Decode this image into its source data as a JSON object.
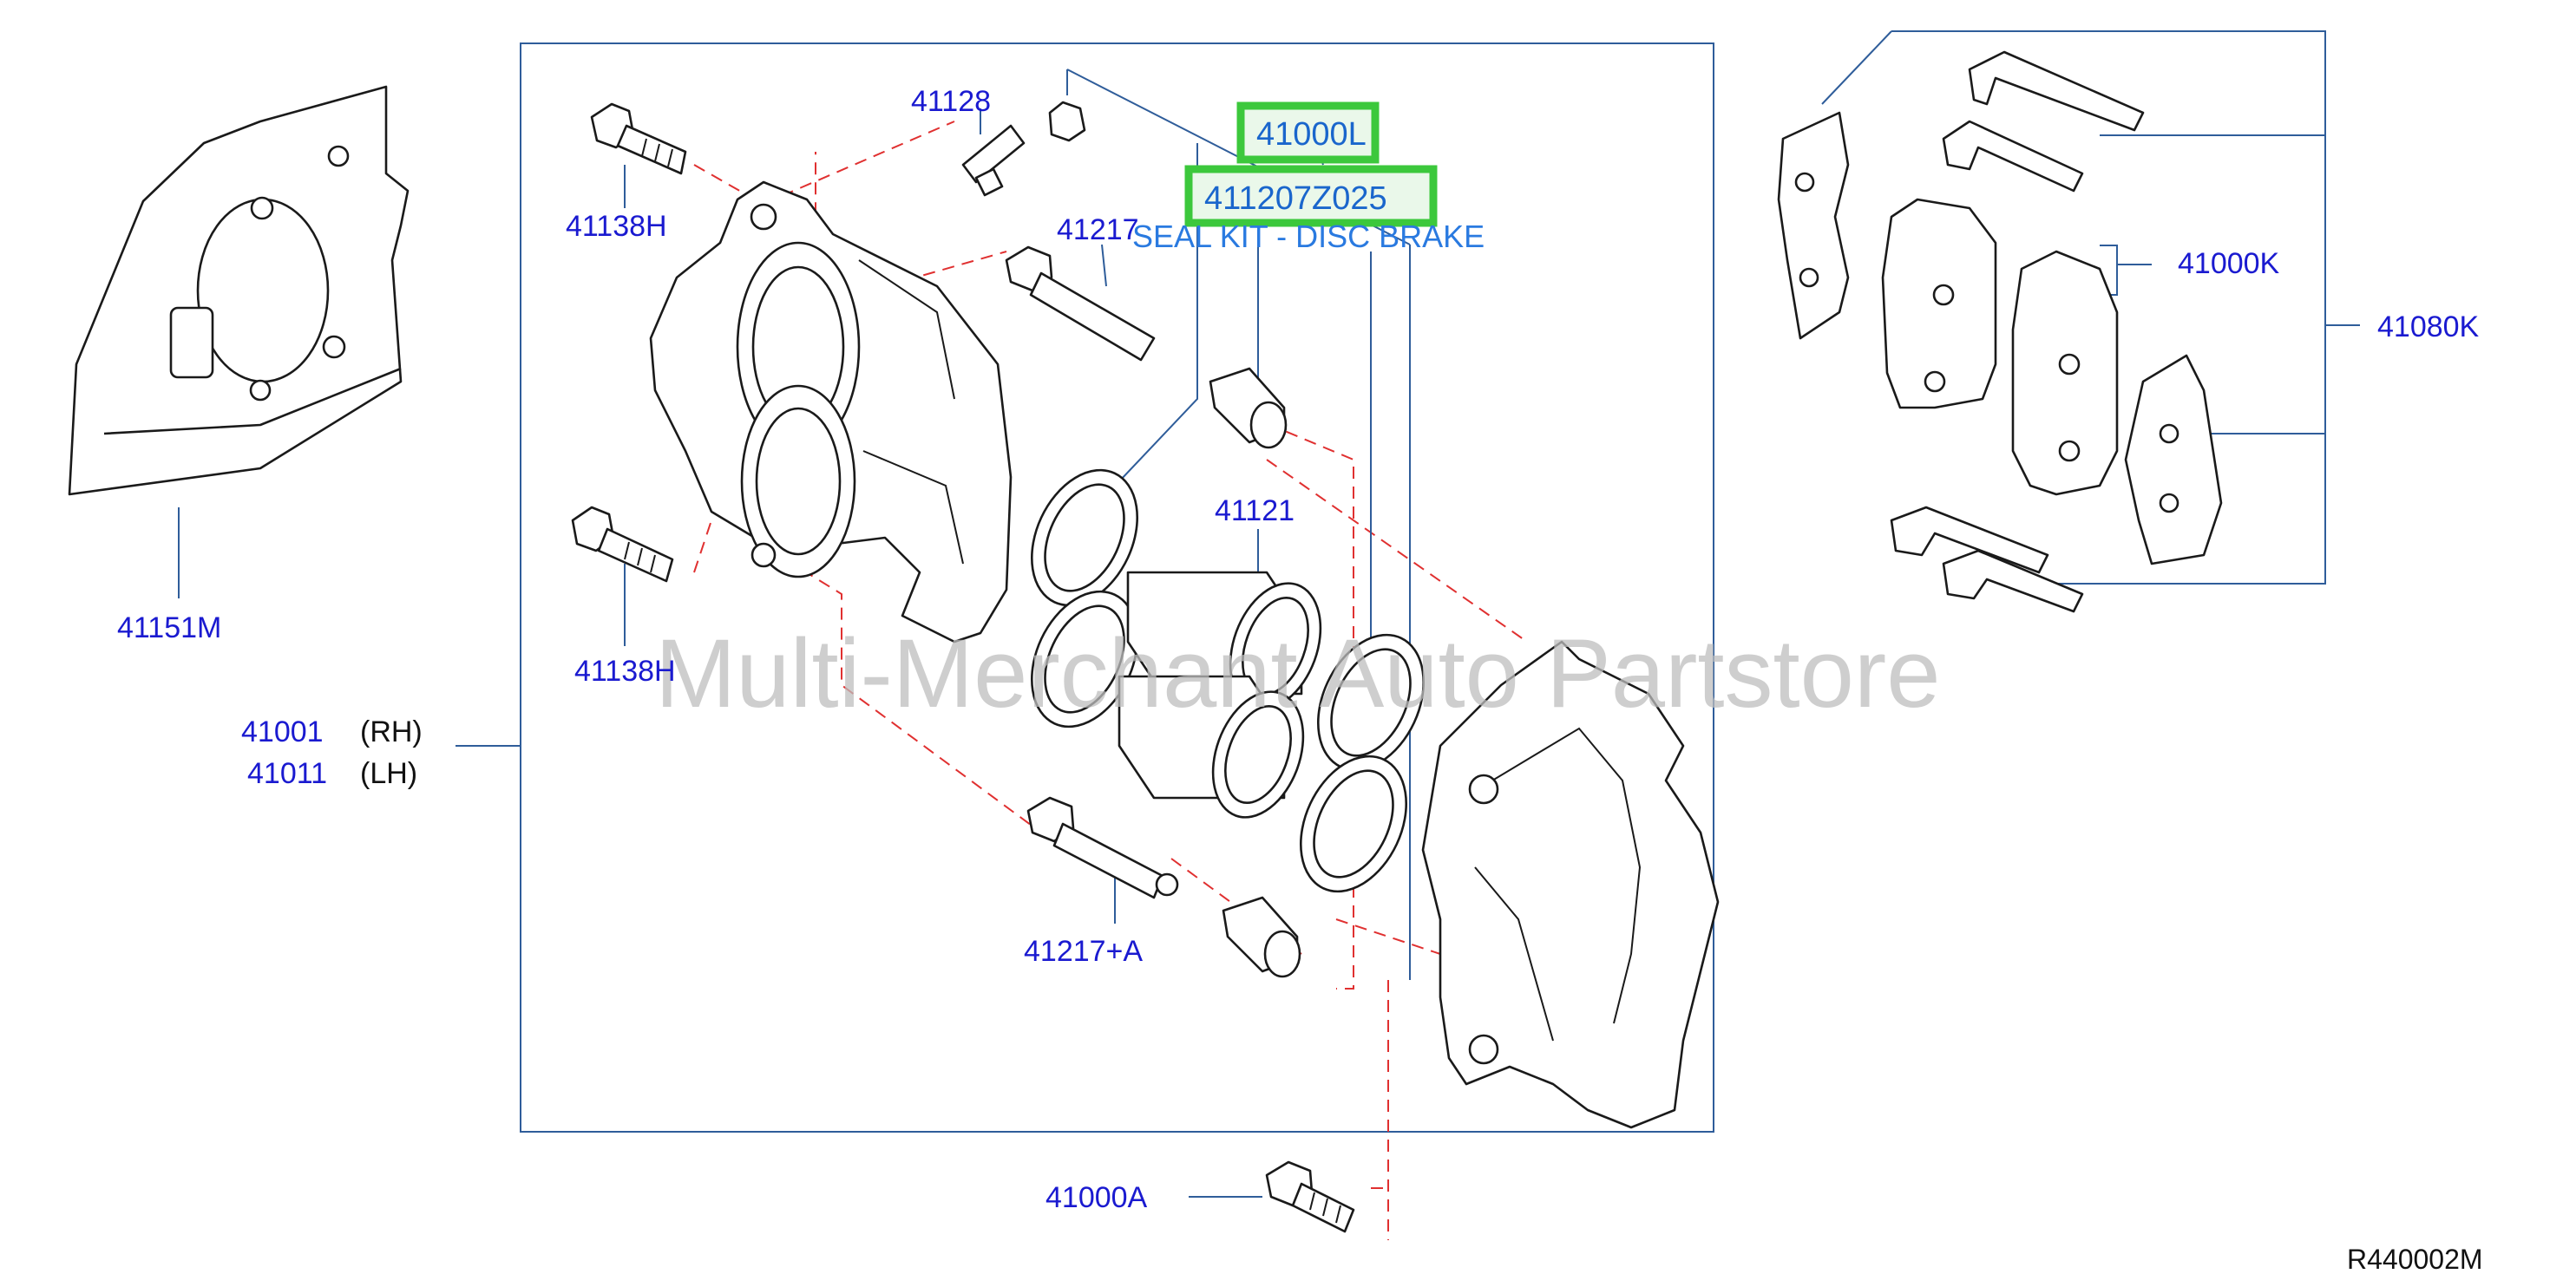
{
  "diagram": {
    "labels": {
      "p41128": "41128",
      "p41000L": "41000L",
      "p411207Z025": "411207Z025",
      "seal_kit_desc": "SEAL KIT - DISC BRAKE",
      "p41138H_top": "41138H",
      "p41217": "41217",
      "p41000K": "41000K",
      "p41080K": "41080K",
      "p41121": "41121",
      "p41151M": "41151M",
      "p41138H_bottom": "41138H",
      "p41001": "41001",
      "rh": "(RH)",
      "p41011": "41011",
      "lh": "(LH)",
      "p41217A": "41217+A",
      "p41000A": "41000A"
    },
    "watermark": "Multi-Merchant Auto Partstore",
    "reference": "R440002M",
    "colors": {
      "part_label": "#1a1ad0",
      "highlight_border": "#3cc83c",
      "leader_line": "#2f5d9a",
      "dashed_guide": "#e03030",
      "watermark": "#bdbdbd"
    }
  }
}
